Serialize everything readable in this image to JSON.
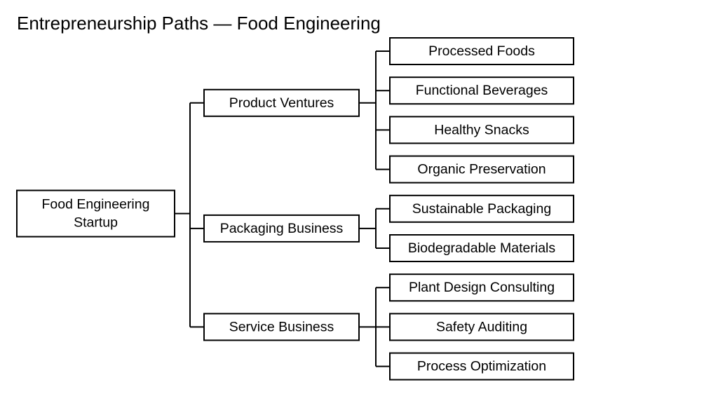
{
  "title": "Entrepreneurship Paths — Food Engineering",
  "colors": {
    "stroke": "#000000",
    "background": "#ffffff"
  },
  "tree": {
    "id": "root",
    "label": [
      "Food Engineering",
      "Startup"
    ],
    "children": [
      {
        "id": "product",
        "label": [
          "Product Ventures"
        ],
        "children": [
          {
            "id": "processed",
            "label": [
              "Processed Foods"
            ]
          },
          {
            "id": "beverages",
            "label": [
              "Functional Beverages"
            ]
          },
          {
            "id": "snacks",
            "label": [
              "Healthy Snacks"
            ]
          },
          {
            "id": "organic",
            "label": [
              "Organic Preservation"
            ]
          }
        ]
      },
      {
        "id": "packaging",
        "label": [
          "Packaging Business"
        ],
        "children": [
          {
            "id": "sustainable",
            "label": [
              "Sustainable Packaging"
            ]
          },
          {
            "id": "biodegradable",
            "label": [
              "Biodegradable Materials"
            ]
          }
        ]
      },
      {
        "id": "service",
        "label": [
          "Service Business"
        ],
        "children": [
          {
            "id": "plant",
            "label": [
              "Plant Design Consulting"
            ]
          },
          {
            "id": "safety",
            "label": [
              "Safety Auditing"
            ]
          },
          {
            "id": "process",
            "label": [
              "Process Optimization"
            ]
          }
        ]
      }
    ]
  }
}
